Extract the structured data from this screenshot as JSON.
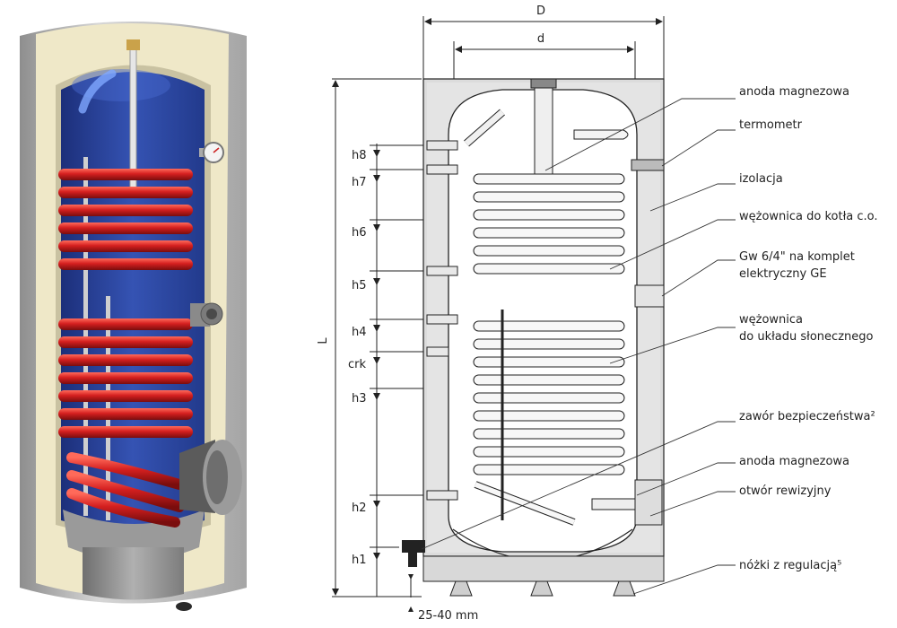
{
  "dimensions": {
    "outer_width": "D",
    "inner_width": "d",
    "total_height": "L",
    "feet_adjust": "25-40 mm"
  },
  "heights": [
    "h8",
    "h7",
    "h6",
    "h5",
    "h4",
    "crk",
    "h3",
    "h2",
    "h1"
  ],
  "callouts": [
    {
      "lines": [
        "anoda magnezowa"
      ]
    },
    {
      "lines": [
        "termometr"
      ]
    },
    {
      "lines": [
        "izolacja"
      ]
    },
    {
      "lines": [
        "wężownica do kotła c.o."
      ]
    },
    {
      "lines": [
        "Gw 6/4\" na komplet",
        "elektryczny GE"
      ]
    },
    {
      "lines": [
        "wężownica",
        "do układu słonecznego"
      ]
    },
    {
      "lines": [
        "zawór bezpieczeństwa²"
      ]
    },
    {
      "lines": [
        "anoda magnezowa"
      ]
    },
    {
      "lines": [
        "otwór rewizyjny"
      ]
    },
    {
      "lines": [
        "nóżki z regulacją⁵"
      ]
    }
  ],
  "colors": {
    "tank_blue": "#2f4fa8",
    "coil_red": "#d22424",
    "casing_grey": "#b9b9b9",
    "insulation_cream": "#f0ebcf",
    "line": "#222222"
  }
}
